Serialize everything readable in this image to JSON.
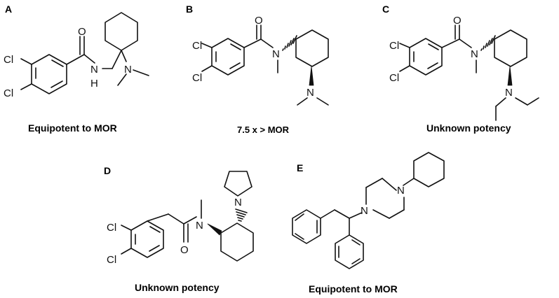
{
  "panels": [
    {
      "letter": "A",
      "caption": "Equipotent to MOR"
    },
    {
      "letter": "B",
      "caption": "7.5 x > MOR"
    },
    {
      "letter": "C",
      "caption": "Unknown potency"
    },
    {
      "letter": "D",
      "caption": "Unknown potency"
    },
    {
      "letter": "E",
      "caption": "Equipotent to MOR"
    }
  ],
  "atoms": {
    "cl": "Cl",
    "o": "O",
    "n": "N",
    "nh": "N",
    "h": "H"
  }
}
